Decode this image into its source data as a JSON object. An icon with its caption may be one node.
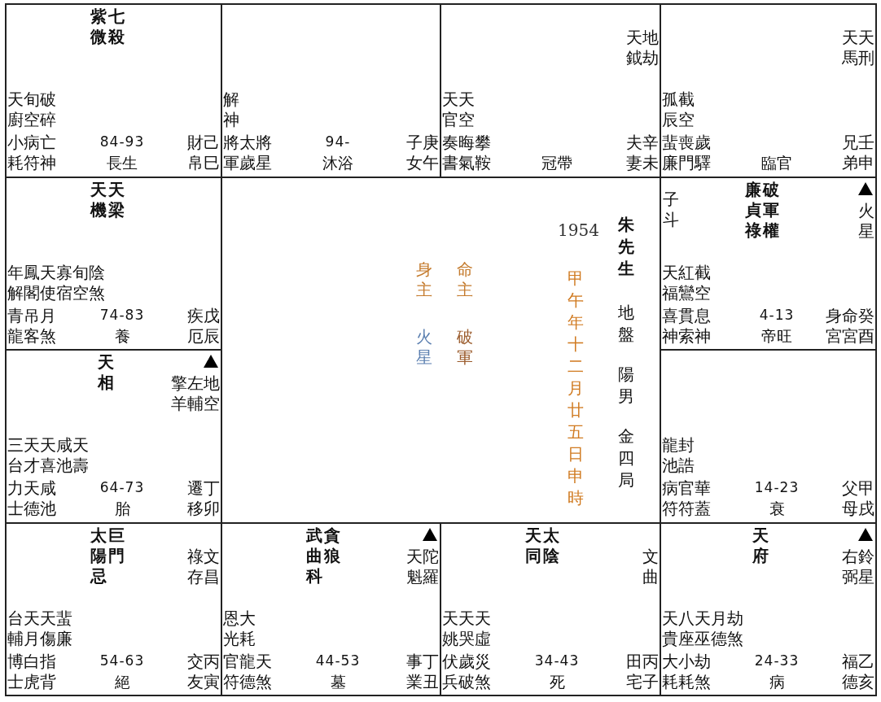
{
  "diagram": {
    "nodes": [
      {
        "text": [
          "紫微",
          "七殺",
          "天廚",
          "旬空",
          "破碎",
          "小耗",
          "病符",
          "亡神",
          "84-93",
          "長生",
          "財帛",
          "己巳"
        ]
      },
      {
        "text": [
          "解神",
          "將軍",
          "太歲",
          "將星",
          "94-",
          "沐浴",
          "子女",
          "庚午"
        ]
      },
      {
        "text": [
          "天鉞",
          "地劫",
          "天官",
          "天空",
          "奏書",
          "晦氣",
          "攀鞍",
          "冠帶",
          "夫妻",
          "辛未"
        ]
      },
      {
        "text": [
          "天馬",
          "天刑",
          "孤辰",
          "截空",
          "蜚廉",
          "喪門",
          "歲驛",
          "臨官",
          "兄弟",
          "壬申"
        ]
      },
      {
        "text": [
          "天機",
          "天梁",
          "年解",
          "鳳閣",
          "天使",
          "寡宿",
          "旬空",
          "陰煞",
          "青龍",
          "吊客",
          "月煞",
          "74-83",
          "養",
          "疾厄",
          "戊辰"
        ]
      },
      {
        "text": [
          "身主",
          "火星",
          "命主",
          "破軍",
          "1954",
          "甲午年十二月廿五日申時",
          "朱先生",
          "地盤",
          "陽男",
          "金四局"
        ]
      },
      {
        "text": [
          "子斗",
          "廉貞祿",
          "破軍權",
          "火星",
          "天福",
          "紅鸞",
          "截空",
          "喜神",
          "貫索",
          "息神",
          "4-13",
          "帝旺",
          "身宮",
          "命宮",
          "癸酉"
        ]
      },
      {
        "text": [
          "天相",
          "擎羊",
          "左輔",
          "地空",
          "三台",
          "天才",
          "天喜",
          "咸池",
          "天壽",
          "力士",
          "天德",
          "咸池",
          "64-73",
          "胎",
          "遷移",
          "丁卯"
        ]
      },
      {
        "text": [
          "龍池",
          "封誥",
          "病符",
          "官符",
          "華蓋",
          "14-23",
          "衰",
          "父母",
          "甲戌"
        ]
      },
      {
        "text": [
          "太陽忌",
          "巨門",
          "祿存",
          "文昌",
          "台輔",
          "天月",
          "天傷",
          "蜚廉",
          "博士",
          "白虎",
          "指背",
          "54-63",
          "絕",
          "交友",
          "丙寅"
        ]
      },
      {
        "text": [
          "武曲科",
          "貪狼",
          "天魁",
          "陀羅",
          "恩光",
          "大耗",
          "官符",
          "龍德",
          "天煞",
          "44-53",
          "墓",
          "事業",
          "丁丑"
        ]
      },
      {
        "text": [
          "天同",
          "太陰",
          "文曲",
          "天姚",
          "天哭",
          "天虛",
          "伏兵",
          "歲破",
          "災煞",
          "34-43",
          "死",
          "田宅",
          "丙子"
        ]
      },
      {
        "text": [
          "天府",
          "右弼",
          "鈴星",
          "天貴",
          "八座",
          "天巫",
          "月德",
          "劫煞",
          "大耗",
          "小耗",
          "劫煞",
          "24-33",
          "病",
          "福德",
          "乙亥"
        ]
      }
    ]
  }
}
